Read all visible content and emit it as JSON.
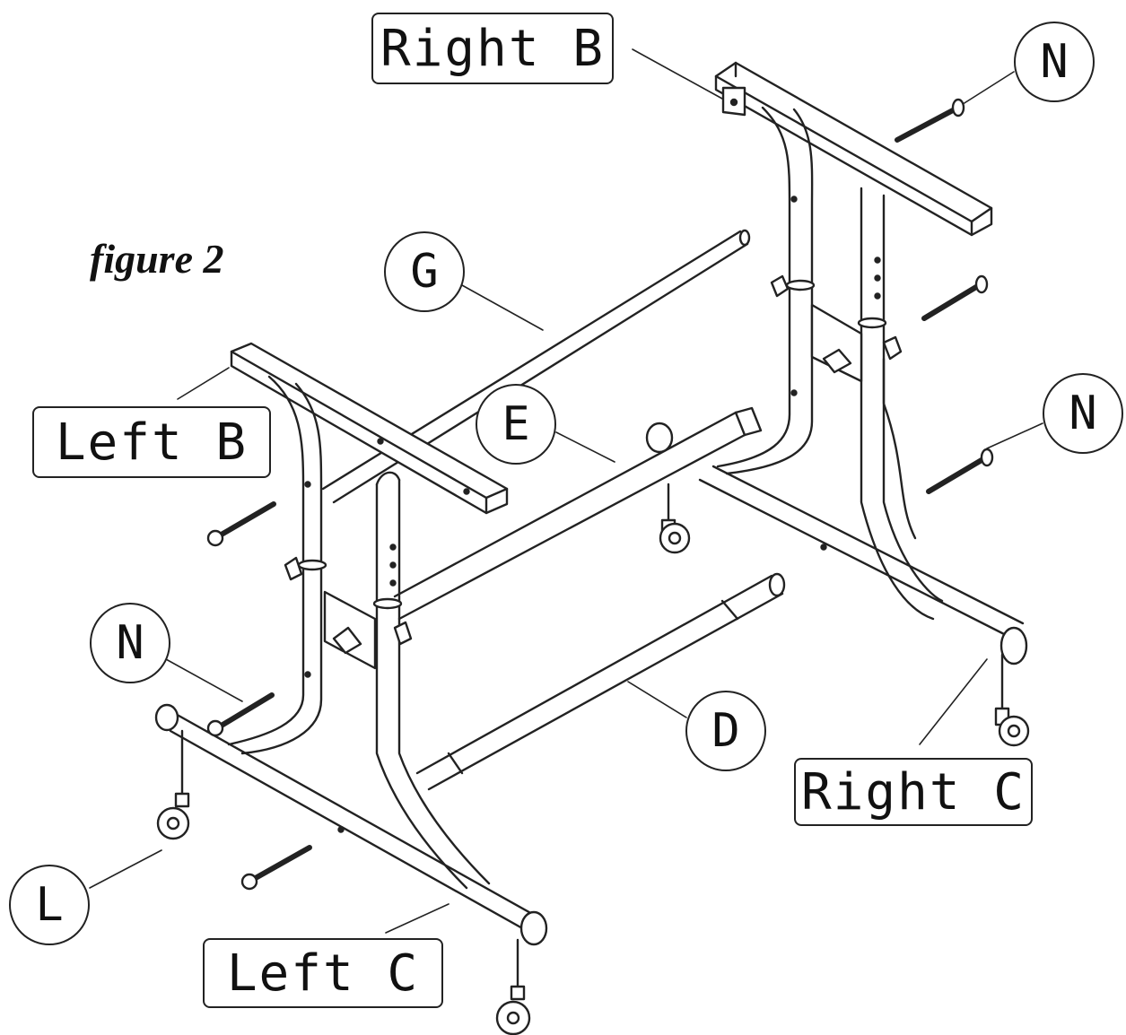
{
  "figure_title": "figure 2",
  "part_labels": {
    "right_b": "Right B",
    "left_b": "Left B",
    "right_c": "Right C",
    "left_c": "Left C"
  },
  "callouts": {
    "n_top": "N",
    "n_right": "N",
    "n_left": "N",
    "g": "G",
    "e": "E",
    "d": "D",
    "l": "L"
  }
}
